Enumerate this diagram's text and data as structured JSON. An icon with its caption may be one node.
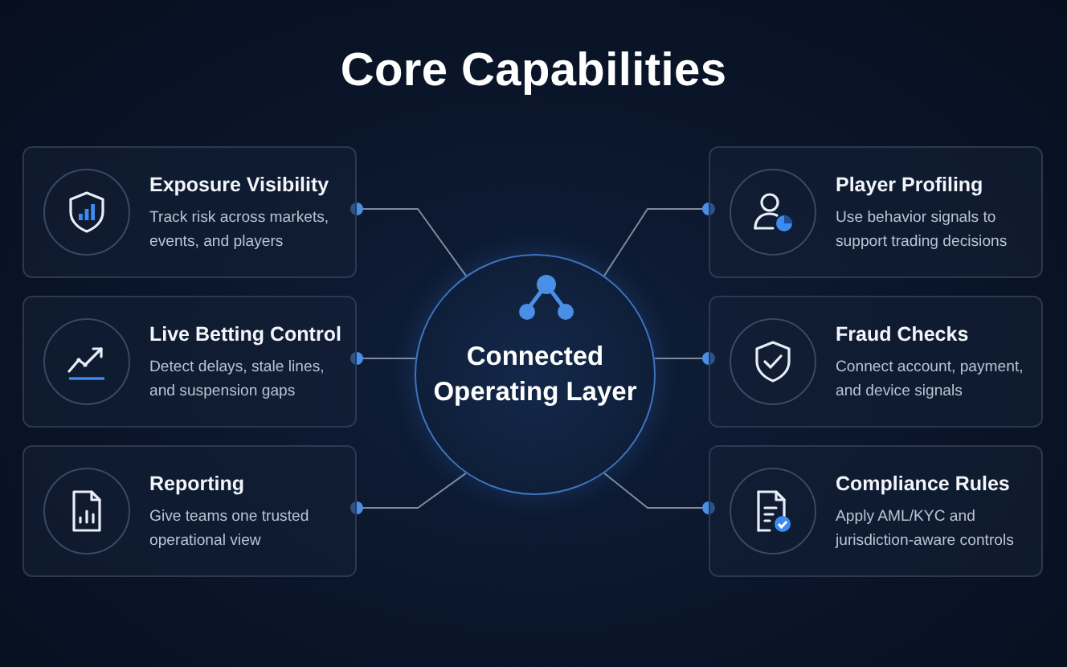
{
  "diagram": {
    "title": "Core Capabilities",
    "nodes": [
      {
        "text": [
          "Exposure Visibility",
          "Track risk across markets, events, and players"
        ]
      },
      {
        "text": [
          "Live Betting Control",
          "Detect delays, stale lines, and suspension gaps"
        ]
      },
      {
        "text": [
          "Reporting",
          "Give teams one trusted operational view"
        ]
      },
      {
        "text": [
          "Connected Operating Layer"
        ]
      },
      {
        "text": [
          "Player Profiling",
          "Use behavior signals to support trading decisions"
        ]
      },
      {
        "text": [
          "Fraud Checks",
          "Connect account, payment, and device signals"
        ]
      },
      {
        "text": [
          "Compliance Rules",
          "Apply AML/KYC and jurisdiction-aware controls"
        ]
      }
    ],
    "edges": [
      {
        "from": 0,
        "to": 3,
        "arrow": "other"
      },
      {
        "from": 1,
        "to": 3,
        "arrow": "other"
      },
      {
        "from": 2,
        "to": 3,
        "arrow": "other"
      },
      {
        "from": 4,
        "to": 3,
        "arrow": "other"
      },
      {
        "from": 5,
        "to": 3,
        "arrow": "other"
      },
      {
        "from": 6,
        "to": 3,
        "arrow": "other"
      }
    ]
  }
}
